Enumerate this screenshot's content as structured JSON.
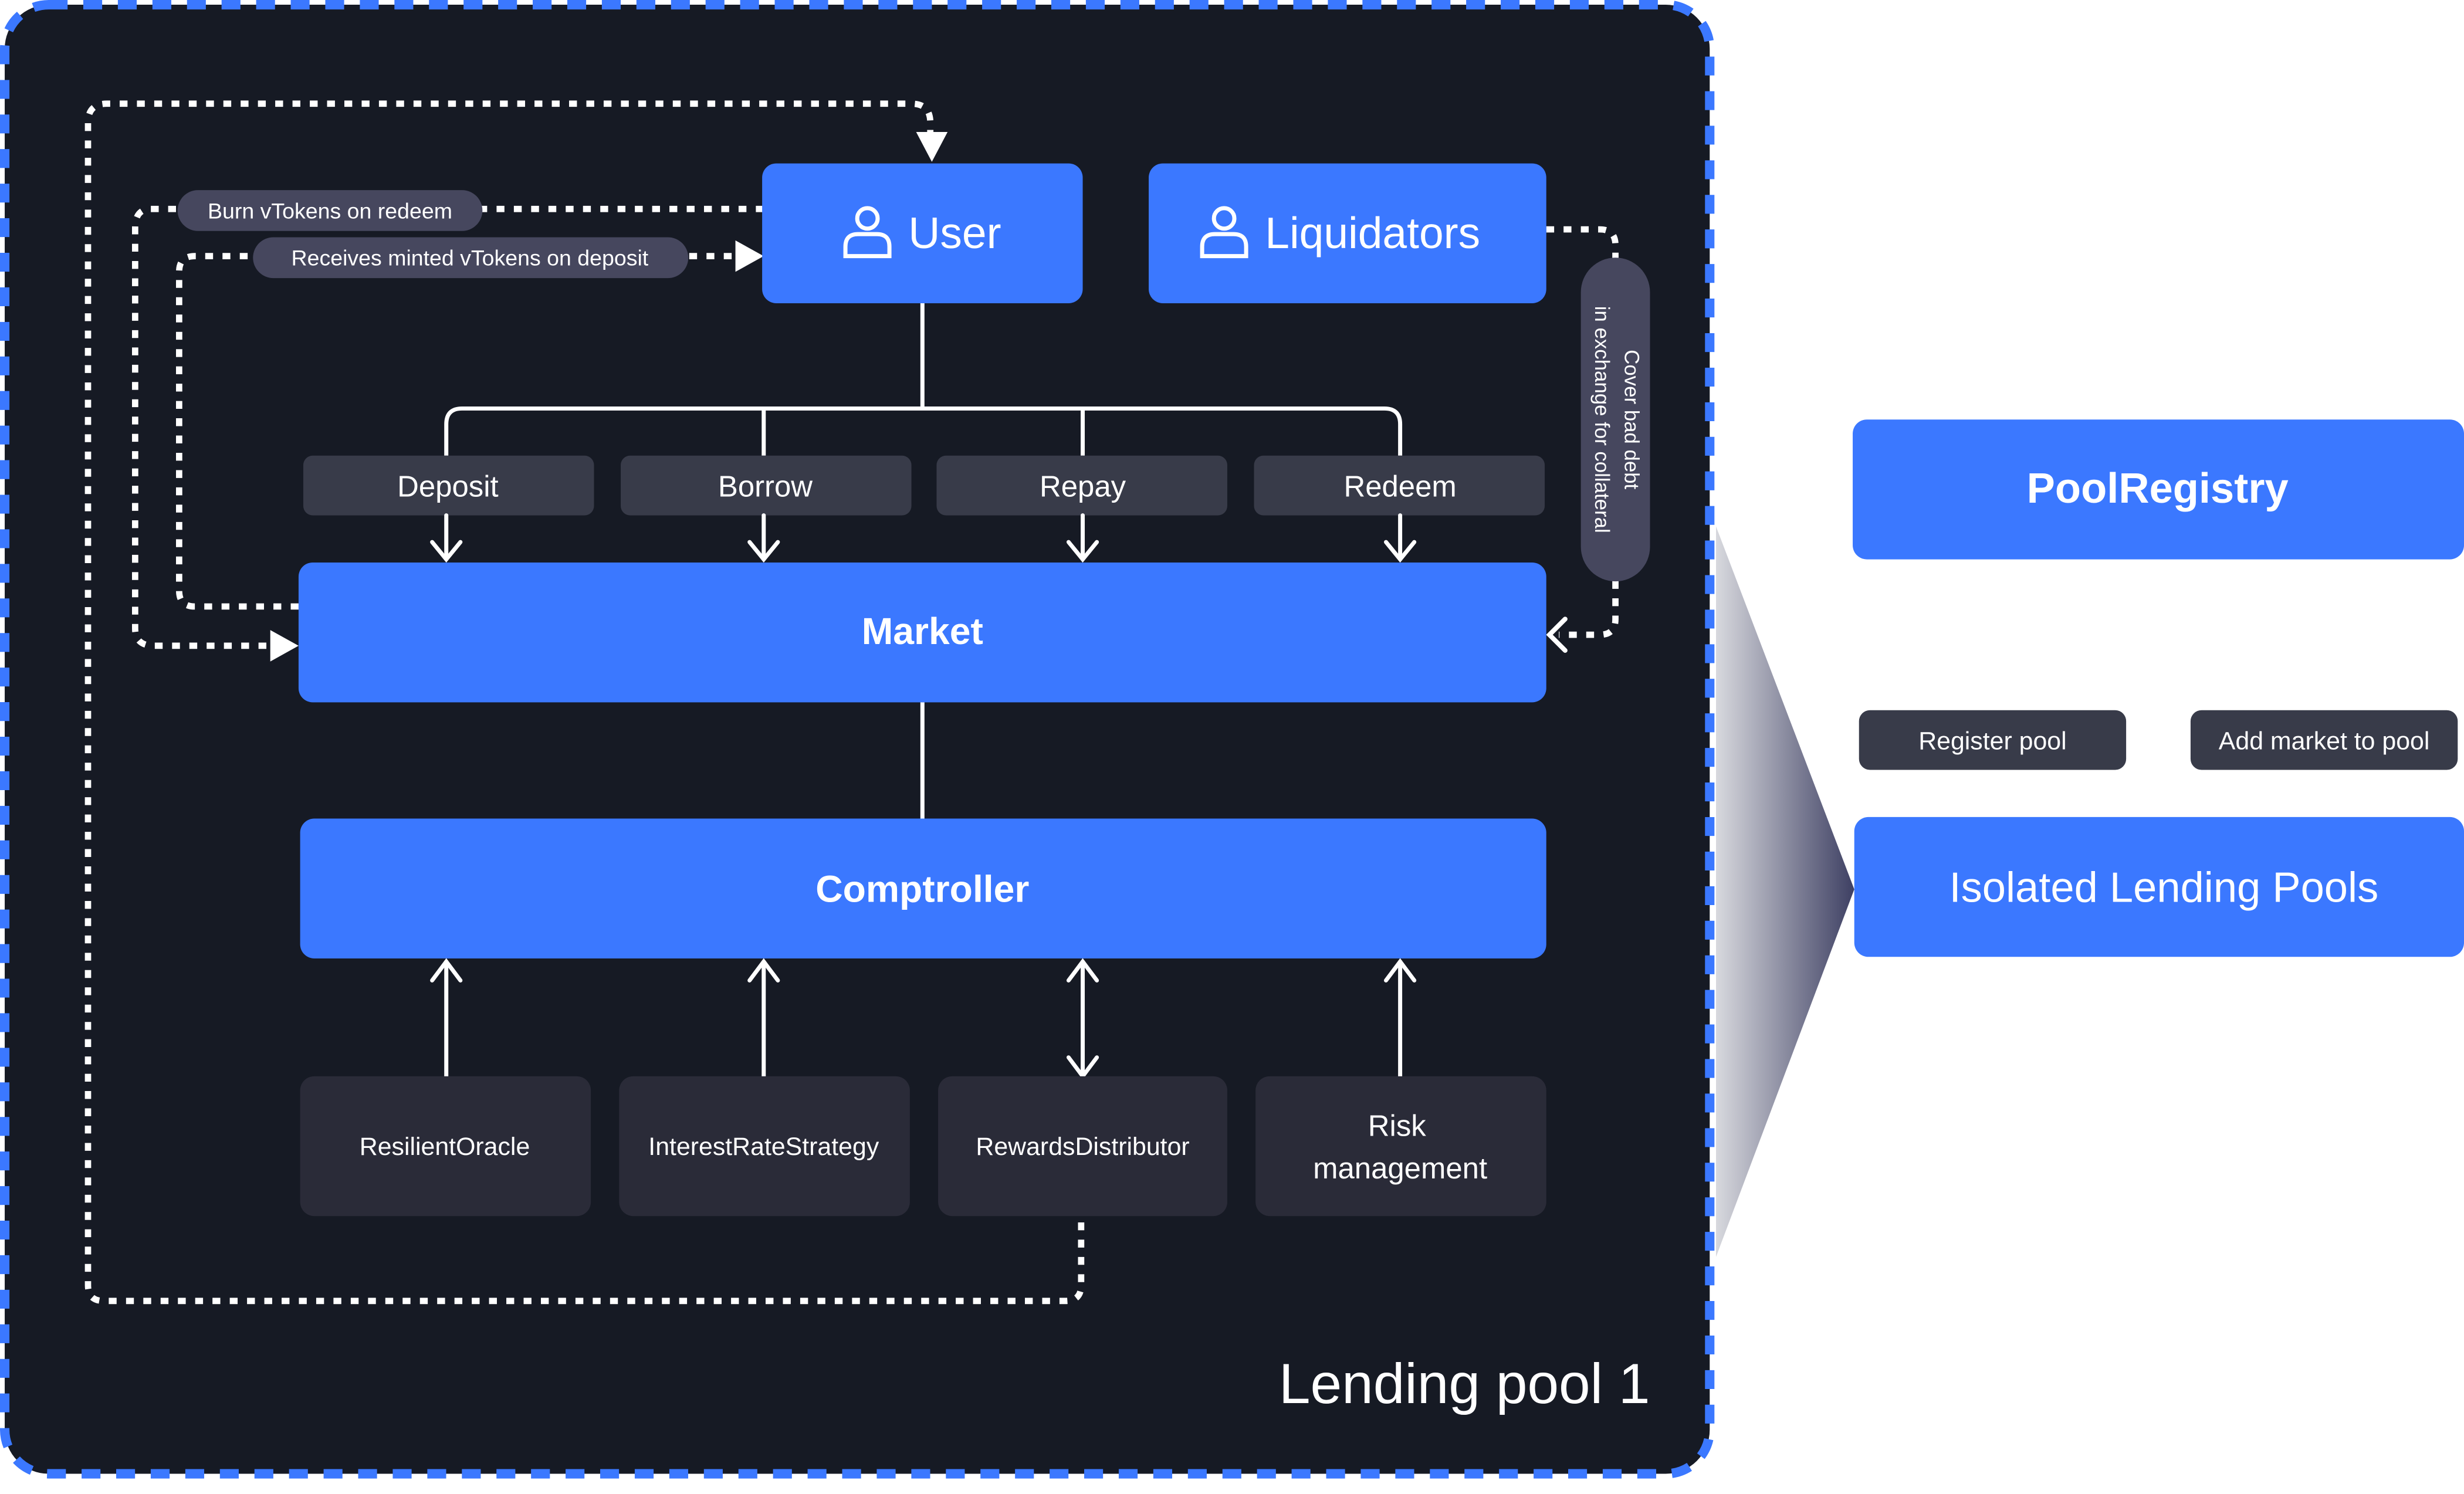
{
  "pool": {
    "label": "Lending pool 1",
    "colors": {
      "panel": "#161a24",
      "border": "#3b78ff",
      "primary": "#3b78ff",
      "action": "#383b49",
      "component": "#2a2b38",
      "pill": "#46475e",
      "line": "#ffffff"
    }
  },
  "actors": {
    "user": {
      "label": "User",
      "icon": "user-icon"
    },
    "liquidators": {
      "label": "Liquidators",
      "icon": "user-icon"
    }
  },
  "flow_labels": {
    "burn": "Burn vTokens on redeem",
    "receive": "Receives minted vTokens on deposit",
    "cover_line1": "Cover bad debt",
    "cover_line2": "in exchange for collateral"
  },
  "actions": [
    {
      "label": "Deposit"
    },
    {
      "label": "Borrow"
    },
    {
      "label": "Repay"
    },
    {
      "label": "Redeem"
    }
  ],
  "market": {
    "label": "Market"
  },
  "comptroller": {
    "label": "Comptroller"
  },
  "components": [
    {
      "label": "ResilientOracle",
      "arrow": "up"
    },
    {
      "label": "InterestRateStrategy",
      "arrow": "up"
    },
    {
      "label": "RewardsDistributor",
      "arrow": "both"
    },
    {
      "label_line1": "Risk",
      "label_line2": "management",
      "arrow": "up"
    }
  ],
  "registry": {
    "pool_registry": "PoolRegistry",
    "register_pool": "Register pool",
    "add_market": "Add market to pool",
    "isolated_pools": "Isolated Lending Pools"
  }
}
